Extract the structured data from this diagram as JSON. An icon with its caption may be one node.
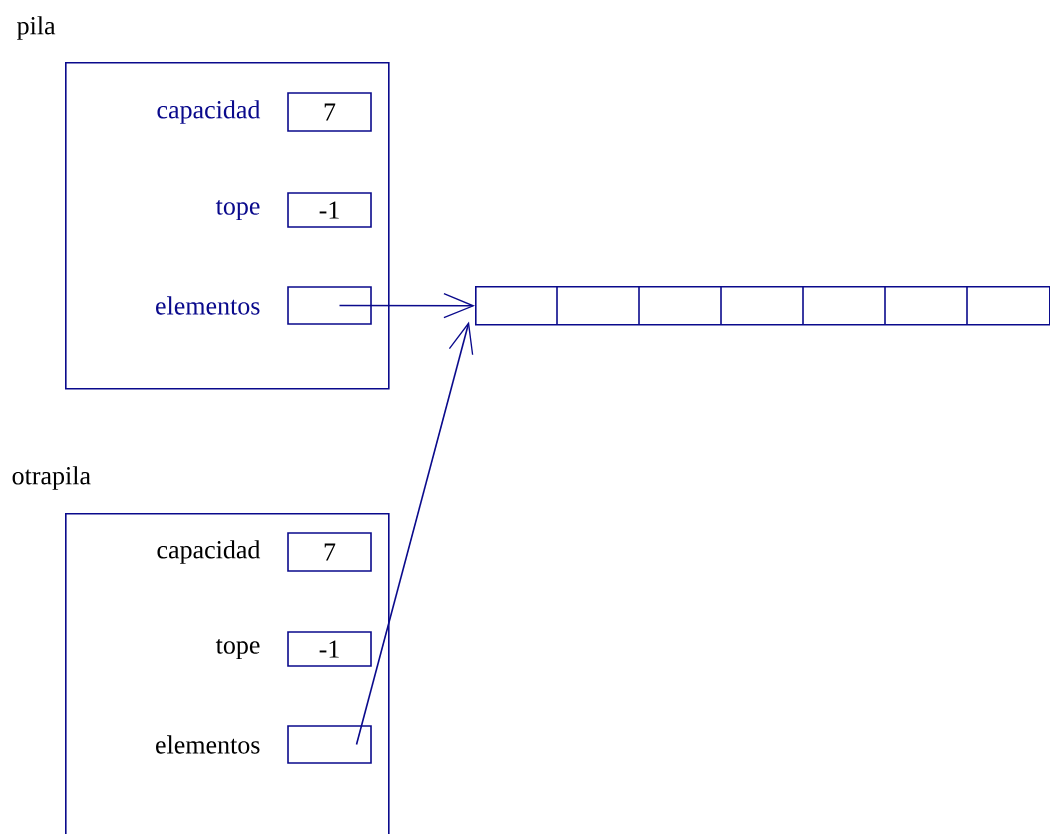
{
  "diagram": {
    "nodes": [
      {
        "text": [
          "pila"
        ]
      },
      {
        "text": [
          "7"
        ],
        "in": 0,
        "beside": [
          "capacidad"
        ]
      },
      {
        "text": [
          "-1"
        ],
        "in": 0,
        "beside": [
          "tope"
        ]
      },
      {
        "text": [],
        "shape": "box",
        "in": 0,
        "beside": [
          "elementos"
        ]
      },
      {
        "text": [],
        "shape": "box"
      },
      {
        "text": [
          "otrapila"
        ]
      },
      {
        "text": [
          "7"
        ],
        "in": 5,
        "beside": [
          "capacidad"
        ]
      },
      {
        "text": [
          "-1"
        ],
        "in": 5,
        "beside": [
          "tope"
        ]
      },
      {
        "text": [],
        "shape": "box",
        "in": 5,
        "beside": [
          "elementos"
        ]
      }
    ],
    "edges": [
      {
        "from": 3,
        "to": 4,
        "arrow": "to"
      },
      {
        "from": 8,
        "to": 4,
        "arrow": "to"
      }
    ]
  }
}
